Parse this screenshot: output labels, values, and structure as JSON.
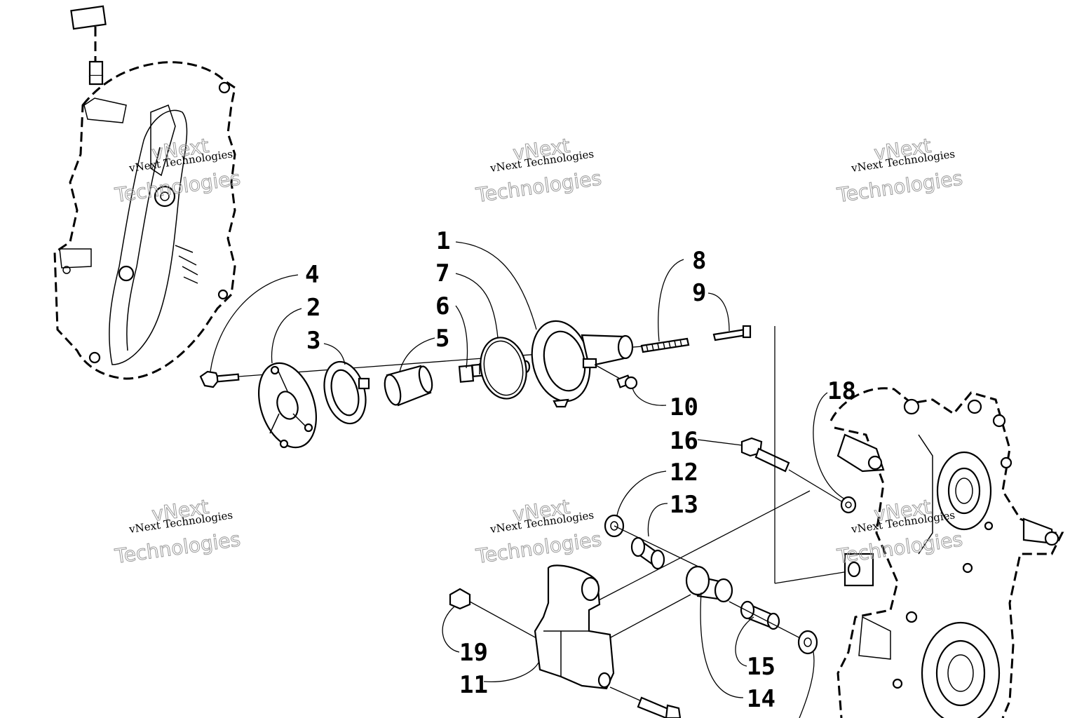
{
  "diagram": {
    "callouts": [
      {
        "id": "1",
        "label": "1"
      },
      {
        "id": "2",
        "label": "2"
      },
      {
        "id": "3",
        "label": "3"
      },
      {
        "id": "4",
        "label": "4"
      },
      {
        "id": "5",
        "label": "5"
      },
      {
        "id": "6",
        "label": "6"
      },
      {
        "id": "7",
        "label": "7"
      },
      {
        "id": "8",
        "label": "8"
      },
      {
        "id": "9",
        "label": "9"
      },
      {
        "id": "10",
        "label": "10"
      },
      {
        "id": "11",
        "label": "11"
      },
      {
        "id": "12",
        "label": "12"
      },
      {
        "id": "13",
        "label": "13"
      },
      {
        "id": "14",
        "label": "14"
      },
      {
        "id": "15",
        "label": "15"
      },
      {
        "id": "16",
        "label": "16"
      },
      {
        "id": "18",
        "label": "18"
      },
      {
        "id": "19",
        "label": "19"
      }
    ],
    "watermark": {
      "line1": "vNext Technologies",
      "line2": "vNext",
      "line3": "Technologies"
    }
  }
}
